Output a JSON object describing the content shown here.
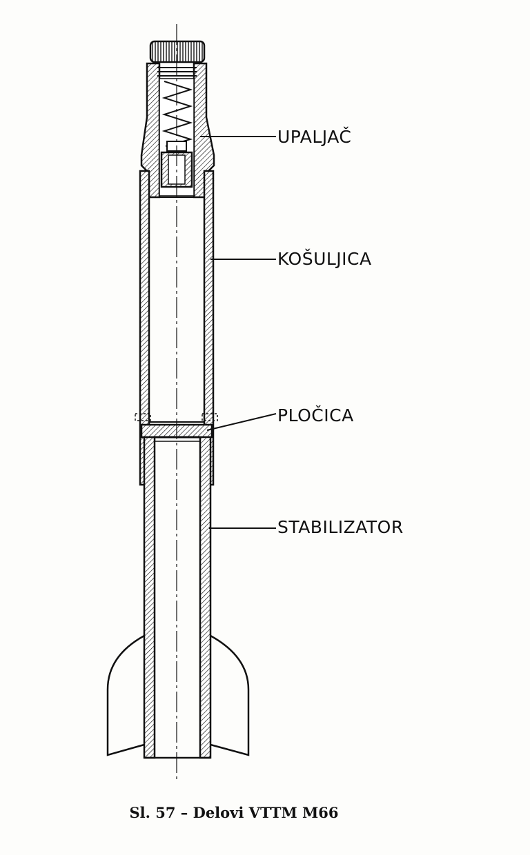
{
  "labels": {
    "upaljac": "UPALJAČ",
    "kosuljica": "KOŠULJICA",
    "plocica": "PLOČICA",
    "stabilizator": "STABILIZATOR"
  },
  "caption": "Sl. 57 – Delovi VTTM M66"
}
